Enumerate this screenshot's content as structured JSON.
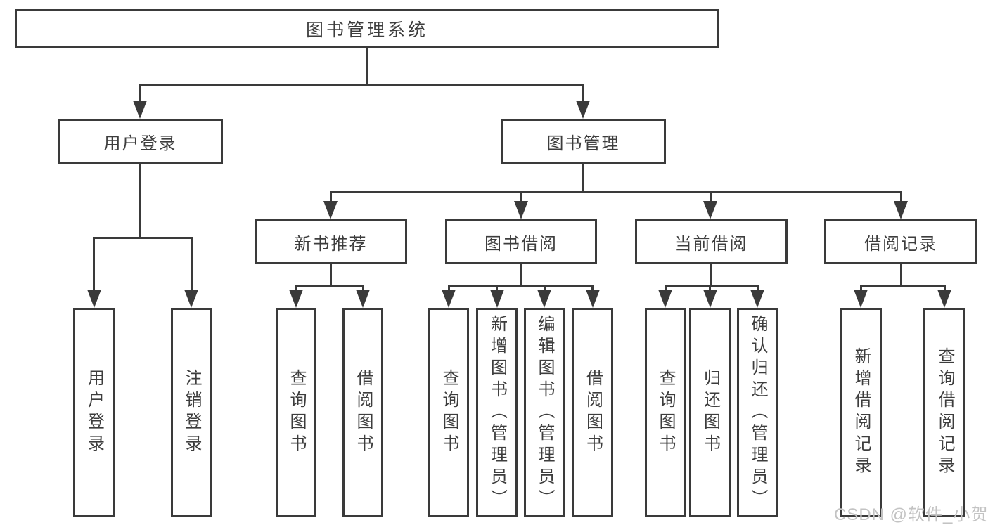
{
  "diagram": {
    "root": {
      "label": "图书管理系统"
    },
    "level2": [
      {
        "id": "user-login",
        "label": "用户登录"
      },
      {
        "id": "book-management",
        "label": "图书管理"
      }
    ],
    "level3": [
      {
        "id": "new-book-recommend",
        "label": "新书推荐",
        "parent": "图书管理"
      },
      {
        "id": "book-borrowing",
        "label": "图书借阅",
        "parent": "图书管理"
      },
      {
        "id": "current-borrowing",
        "label": "当前借阅",
        "parent": "图书管理"
      },
      {
        "id": "borrowing-records",
        "label": "借阅记录",
        "parent": "图书管理"
      }
    ],
    "leaves": [
      {
        "label": "用户登录",
        "parent": "用户登录"
      },
      {
        "label": "注销登录",
        "parent": "用户登录"
      },
      {
        "label": "查询图书",
        "parent": "新书推荐"
      },
      {
        "label": "借阅图书",
        "parent": "新书推荐"
      },
      {
        "label": "查询图书",
        "parent": "图书借阅"
      },
      {
        "label": "新增图书（管理员）",
        "parent": "图书借阅"
      },
      {
        "label": "编辑图书（管理员）",
        "parent": "图书借阅"
      },
      {
        "label": "借阅图书",
        "parent": "图书借阅"
      },
      {
        "label": "查询图书",
        "parent": "当前借阅"
      },
      {
        "label": "归还图书",
        "parent": "当前借阅"
      },
      {
        "label": "确认归还（管理员）",
        "parent": "当前借阅"
      },
      {
        "label": "新增借阅记录",
        "parent": "借阅记录"
      },
      {
        "label": "查询借阅记录",
        "parent": "借阅记录"
      }
    ],
    "colors": {
      "line": "#3a3a3a",
      "text": "#3d3d3d",
      "watermark": "#c3c3c3",
      "background": "#ffffff"
    },
    "watermark": {
      "text": "CSDN @软件_小贺同学"
    }
  }
}
